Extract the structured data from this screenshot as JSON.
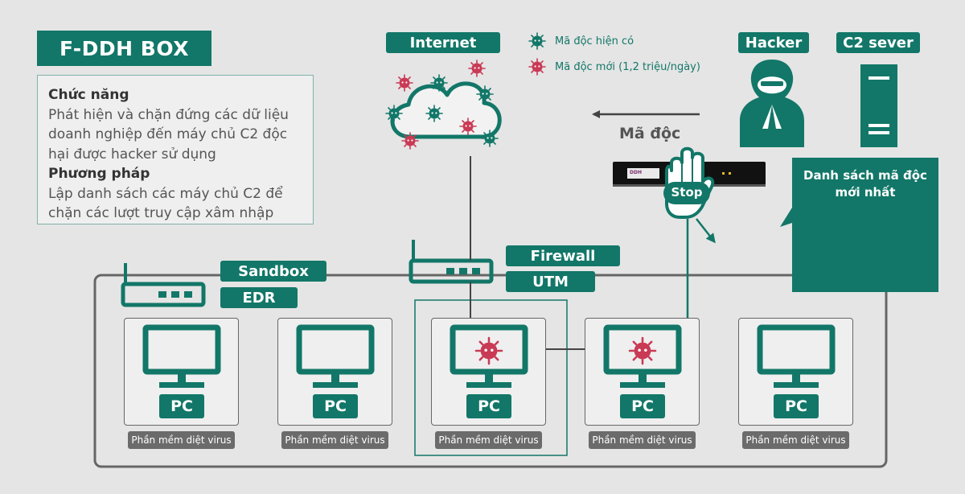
{
  "title": "F-DDH BOX",
  "description": {
    "function_heading": "Chức năng",
    "function_lines": [
      "Phát hiện và chặn đứng các dữ liệu",
      "doanh nghiệp đến máy chủ C2 độc",
      "hại được hacker sử dụng"
    ],
    "method_heading": "Phương pháp",
    "method_lines": [
      "Lập danh sách các máy chủ C2 để",
      "chặn các lượt truy cập xâm nhập"
    ]
  },
  "internet_label": "Internet",
  "legend": {
    "existing": "Mã độc hiện có",
    "new": "Mã độc mới (1,2 triệu/ngày)"
  },
  "hacker_label": "Hacker",
  "c2_label": "C2 sever",
  "malware_label": "Mã độc",
  "stop_label": "Stop",
  "device_brand": "DDH",
  "list_panel": {
    "title_line1": "Danh sách mã độc",
    "title_line2": "mới nhất"
  },
  "network_labels": {
    "sandbox": "Sandbox",
    "edr": "EDR",
    "firewall": "Firewall",
    "utm": "UTM"
  },
  "pcs": [
    {
      "tag": "PC",
      "label": "Phần mềm diệt virus",
      "infected": false
    },
    {
      "tag": "PC",
      "label": "Phần mềm diệt virus",
      "infected": false
    },
    {
      "tag": "PC",
      "label": "Phần mềm diệt virus",
      "infected": true
    },
    {
      "tag": "PC",
      "label": "Phần mềm diệt virus",
      "infected": true
    },
    {
      "tag": "PC",
      "label": "Phần mềm diệt virus",
      "infected": false
    }
  ],
  "colors": {
    "teal": "#127768",
    "virus_red": "#c93a55",
    "grey": "#6b6b6b",
    "background": "#e5e5e5"
  }
}
